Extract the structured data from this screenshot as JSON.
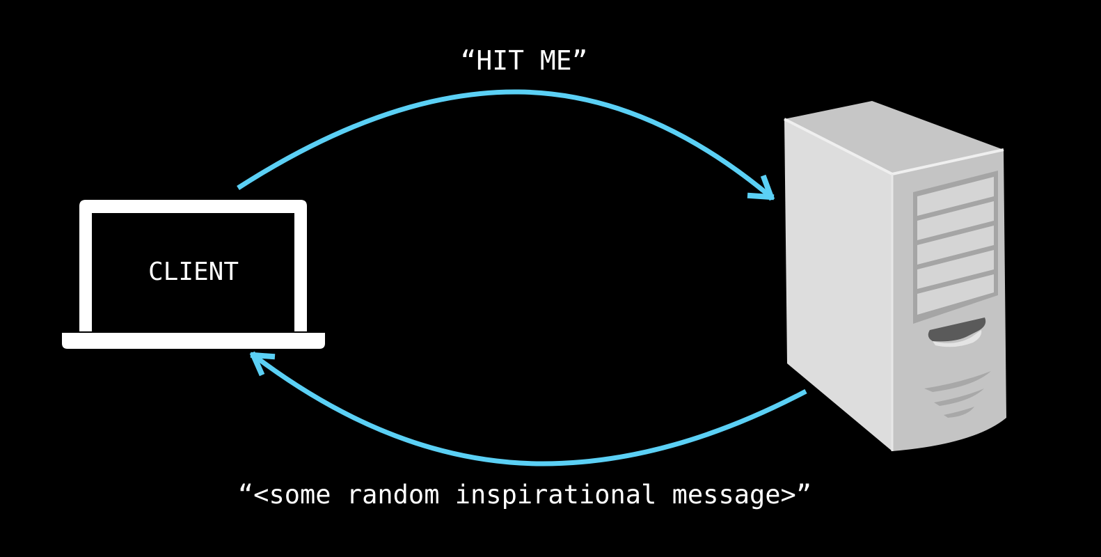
{
  "diagram": {
    "request_label": "“HIT ME”",
    "response_label": "“<some random inspirational message>”",
    "client_label": "CLIENT"
  },
  "colors": {
    "background": "#000000",
    "arrow": "#5BD0F5",
    "text": "#ffffff"
  },
  "icons": {
    "client": "laptop-icon",
    "server": "server-tower-icon"
  }
}
